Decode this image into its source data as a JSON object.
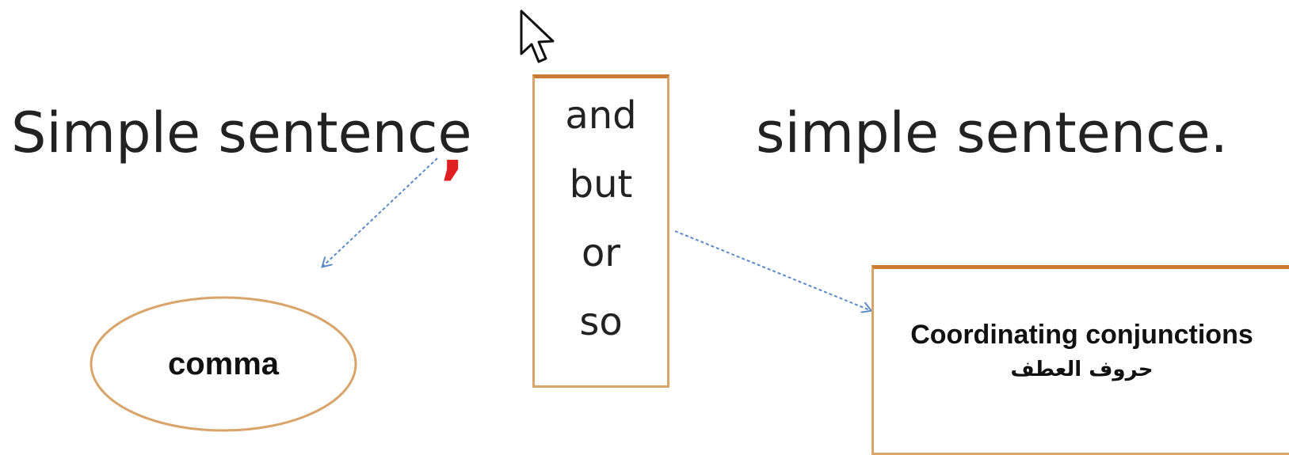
{
  "sentence_left": "Simple sentence",
  "comma_symbol": ",",
  "sentence_right": "simple sentence.",
  "conjunctions": [
    "and",
    "but",
    "or",
    "so"
  ],
  "comma_label": "comma",
  "term_english": "Coordinating conjunctions",
  "term_arabic": "حروف العطف",
  "colors": {
    "comma_highlight": "#e02020",
    "box_border": "#d9a46a",
    "box_border_top": "#c87c34",
    "arrow": "#5a8bc8",
    "text": "#222222"
  },
  "icons": {
    "cursor": "mouse-pointer-icon"
  }
}
